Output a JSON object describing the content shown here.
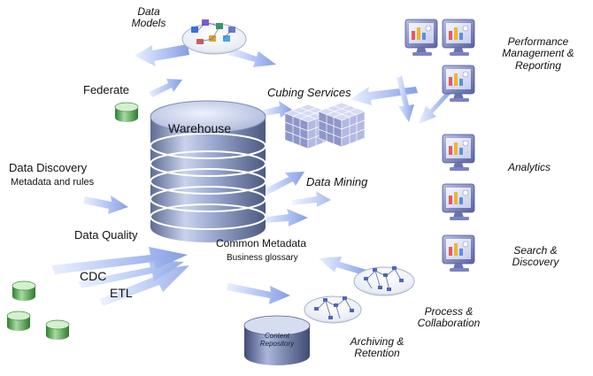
{
  "labels": {
    "data_models": [
      "Data",
      "Models"
    ],
    "federate": "Federate",
    "warehouse": "Warehouse",
    "cubing_services": "Cubing Services",
    "data_discovery": "Data Discovery",
    "metadata_and_rules": "Metadata and rules",
    "data_mining": "Data Mining",
    "data_quality": "Data Quality",
    "common_metadata": "Common Metadata",
    "business_glossary": "Business glossary",
    "cdc": "CDC",
    "etl": "ETL",
    "content_repository": [
      "Content",
      "Repository"
    ],
    "archiving_retention": [
      "Archiving &",
      "Retention"
    ],
    "process_collaboration": [
      "Process &",
      "Collaboration"
    ],
    "performance_management_reporting": [
      "Performance",
      "Management &",
      "Reporting"
    ],
    "analytics": "Analytics",
    "search_discovery": [
      "Search &",
      "Discovery"
    ]
  },
  "colors": {
    "arrow": "#8fa6e6",
    "warehouse": "#8fa0c8",
    "cube": "#8f96c8",
    "source_db": "#5bb05b",
    "monitor": "#7f86bd"
  },
  "icons": {
    "data_models": "database-models-icon",
    "cubes": "olap-cube-icon",
    "monitors": "computer-monitor-icon",
    "sources": "green-database-icon"
  }
}
